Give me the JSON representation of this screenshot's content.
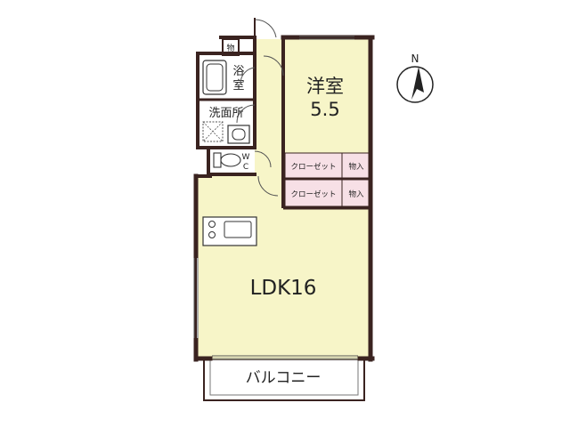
{
  "floorplan": {
    "rooms": {
      "western_room_name": "洋室",
      "western_room_size": "5.5",
      "ldk": "LDK16",
      "bath": [
        "浴",
        "室"
      ],
      "washroom": "洗面所",
      "wc": [
        "W",
        "C"
      ],
      "storage_top": "物",
      "closet_1": "クローゼット",
      "closet_2": "クローゼット",
      "storage_1": "物入",
      "storage_2": "物入",
      "balcony": "バルコニー"
    },
    "compass": {
      "north_label": "N"
    },
    "colors": {
      "ldk_fill": "#f7f5c8",
      "closet_fill": "#f7e0e6",
      "wall": "#3a2320",
      "wet_area_fill": "#ffffff"
    }
  }
}
